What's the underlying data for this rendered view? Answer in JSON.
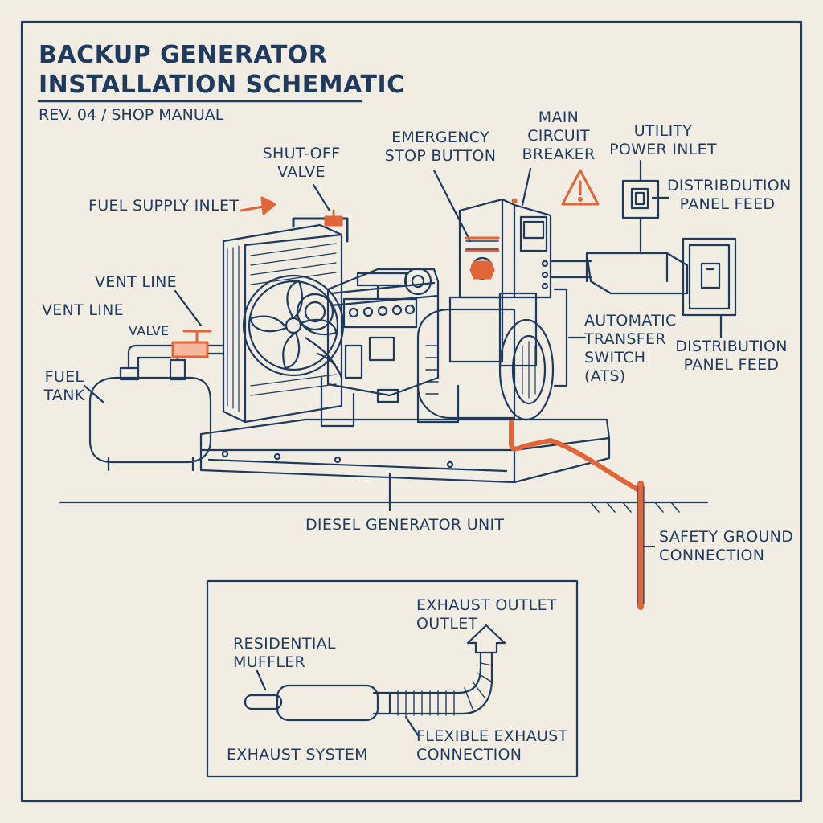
{
  "header": {
    "title_line1": "BACKUP GENERATOR",
    "title_line2": "INSTALLATION SCHEMATIC",
    "revision": "REV. 04 / SHOP MANUAL"
  },
  "labels": {
    "fuel_supply_inlet": "FUEL SUPPLY INLET",
    "shut_off_valve": "SHUT-OFF\nVALVE",
    "emergency_stop": "EMERGENCY\nSTOP BUTTON",
    "main_breaker": "MAIN\nCIRCUIT\nBREAKER",
    "utility_inlet": "UTILITY\nPOWER INLET",
    "distribution_feed_top": "DISTRIBDUTION\nPANEL FEED",
    "vent_line_1": "VENT LINE",
    "vent_line_2": "VENT LINE",
    "valve": "VALVE",
    "fuel_tank": "FUEL\nTANK",
    "ats": "AUTOMATIC\nTRANSFER\nSWITCH\n(ATS)",
    "distribution_feed_right": "DISTRIBUTION\nPANEL FEED",
    "diesel_unit": "DIESEL GENERATOR UNIT",
    "ground": "SAFETY GROUND\nCONNECTION"
  },
  "exhaust": {
    "outlet": "EXHAUST OUTLET\nOUTLET",
    "muffler": "RESIDENTIAL\nMUFFLER",
    "system": "EXHAUST SYSTEM",
    "flex": "FLEXIBLE EXHAUST\nCONNECTION"
  },
  "colors": {
    "ink": "#1f3a5f",
    "accent": "#e0663a",
    "paper": "#f1ede3"
  }
}
